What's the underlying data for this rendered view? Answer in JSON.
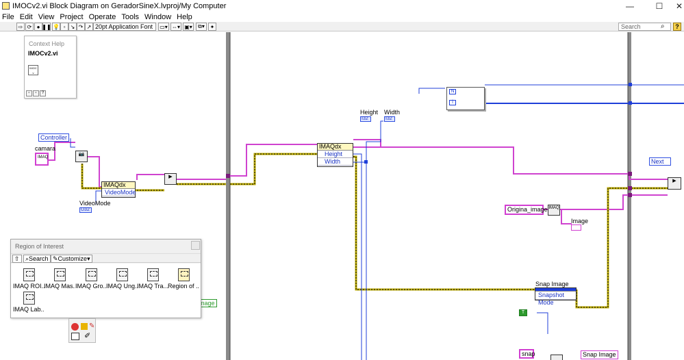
{
  "window": {
    "title": "IMOCv2.vi Block Diagram on GeradorSineX.lvproj/My Computer",
    "controls": {
      "minimize": "—",
      "maximize": "☐",
      "close": "✕"
    }
  },
  "menu": [
    "File",
    "Edit",
    "View",
    "Project",
    "Operate",
    "Tools",
    "Window",
    "Help"
  ],
  "toolbar": {
    "font": "20pt Application Font",
    "search_placeholder": "Search",
    "help": "?"
  },
  "context_help": {
    "title": "Context Help",
    "vi_name": "IMOCv2.vi",
    "vi_icon_text": "IMOC v"
  },
  "diagram": {
    "controller_const": "Controller",
    "camara_label": "camara",
    "camara_term": "IMAQ",
    "imaqdx_node1_title": "IMAQdx",
    "imaqdx_node1_prop": "VideoMode",
    "videomode_label": "VideoMode",
    "videomode_term": "U32",
    "height_label": "Height",
    "width_label": "Width",
    "height_term": "I32",
    "width_term": "I32",
    "imaqdx_node2_title": "IMAQdx",
    "imaqdx_node2_props": [
      "Height",
      "Width"
    ],
    "next_const": "Next",
    "original_image": "Origina_image",
    "image_label": "Image",
    "imaq_term": "IMAQ",
    "snap_image_label": "Snap Image",
    "snapshot_mode": "Snapshot Mode",
    "true_const": "T",
    "snap_ctl": "snap",
    "snap_image_prop": "Snap Image",
    "image_fragment": "mage"
  },
  "roi_palette": {
    "title": "Region of Interest",
    "buttons": {
      "up": "⇧",
      "search": "Search",
      "customize": "Customize"
    },
    "items": [
      "IMAQ ROI...",
      "IMAQ Mas...",
      "IMAQ Gro...",
      "IMAQ Ung...",
      "IMAQ Tra...",
      "Region of ...",
      "IMAQ Lab..."
    ]
  },
  "colors": {
    "wire_pink": "#cf43cf",
    "wire_yellow": "#b9a800",
    "wire_blue": "#1f3fd9",
    "struct_border": "#6e6e6e"
  }
}
